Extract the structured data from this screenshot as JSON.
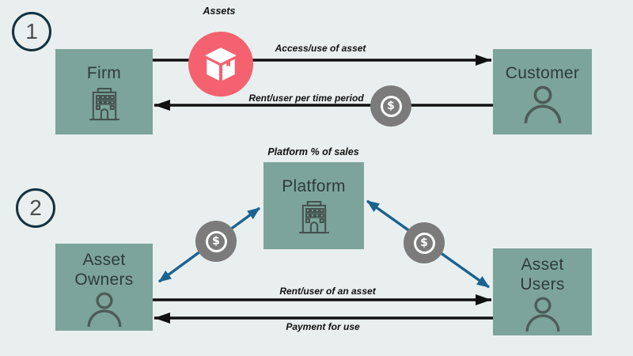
{
  "colors": {
    "background": "#e9efee",
    "node_fill": "#7ca49b",
    "assets_circle": "#f4616f",
    "money_circle": "#7b7b7b",
    "black_arrow": "#101010",
    "teal_arrow": "#1a6390",
    "number_ring": "#14313f"
  },
  "section1": {
    "number": "1",
    "firm": {
      "label": "Firm",
      "icon": "building-icon"
    },
    "customer": {
      "label": "Customer",
      "icon": "person-icon"
    },
    "assets_badge": {
      "label": "Assets",
      "icon": "package-icon"
    },
    "money_badge": {
      "symbol": "$"
    },
    "flow_to_customer": "Access/use of asset",
    "flow_to_firm": "Rent/user per time period"
  },
  "section2": {
    "number": "2",
    "platform": {
      "label": "Platform",
      "note": "Platform % of sales",
      "icon": "building-icon"
    },
    "asset_owners": {
      "label": "Asset Owners",
      "icon": "person-icon"
    },
    "asset_users": {
      "label": "Asset Users",
      "icon": "person-icon"
    },
    "money_badges": [
      {
        "symbol": "$"
      },
      {
        "symbol": "$"
      }
    ],
    "flow_to_users": "Rent/user of an asset",
    "flow_to_owners": "Payment for use"
  }
}
